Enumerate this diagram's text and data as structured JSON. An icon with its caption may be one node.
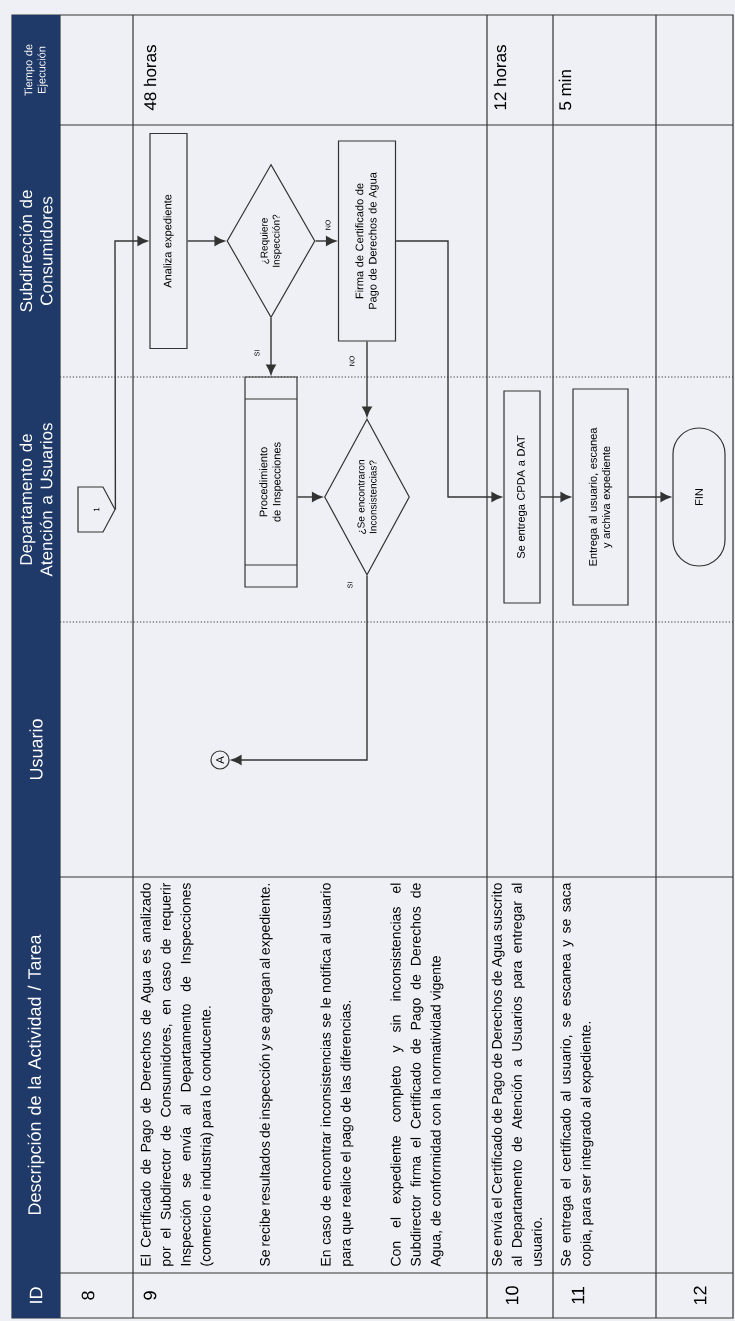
{
  "diagram": {
    "nodes": [
      {
        "text": [
          "ID"
        ]
      },
      {
        "text": [
          "Descripción de la Actividad / Tarea"
        ]
      },
      {
        "text": [
          "Usuario"
        ]
      },
      {
        "text": [
          "Departamento de Atención a Usuarios"
        ]
      },
      {
        "text": [
          "Subdirección de Consumidores"
        ]
      },
      {
        "text": [
          "Tiempo de Ejecución"
        ]
      },
      {
        "text": [
          "1"
        ]
      },
      {
        "text": [
          "Analiza expediente"
        ]
      },
      {
        "text": [
          "¿Requiere Inspección?"
        ]
      },
      {
        "text": [
          "Procedimiento de Inspecciones"
        ]
      },
      {
        "text": [
          "Firma de Certificado de Pago de Derechos de Agua"
        ]
      },
      {
        "text": [
          "¿Se encontraron Inconsistencias?"
        ]
      },
      {
        "text": [
          "A"
        ]
      },
      {
        "text": [
          "Se entrega CPDA a DAT"
        ]
      },
      {
        "text": [
          "Entrega al usuario, escanea y archiva expediente"
        ]
      },
      {
        "text": [
          "FIN"
        ]
      }
    ],
    "edges": [
      {
        "from": 6,
        "to": 7,
        "arrow": "to"
      },
      {
        "from": 7,
        "to": 8,
        "arrow": "to"
      },
      {
        "from": 8,
        "to": 10,
        "arrow": "to",
        "label": "NO"
      },
      {
        "from": 8,
        "to": 9,
        "arrow": "to",
        "label": "SI"
      },
      {
        "from": 9,
        "to": 11,
        "arrow": "to"
      },
      {
        "from": 10,
        "to": 11,
        "arrow": "to",
        "label": "NO"
      },
      {
        "from": 11,
        "to": 12,
        "arrow": "to",
        "label": "SI"
      },
      {
        "from": 10,
        "to": 13,
        "arrow": "to"
      },
      {
        "from": 13,
        "to": 14,
        "arrow": "to"
      },
      {
        "from": 14,
        "to": 15,
        "arrow": "to"
      }
    ],
    "labels": [
      "8",
      "9",
      "El Certificado de Pago de Derechos de Agua es analizado por el Subdirector de Consumidores, en caso de requerir Inspección se envía al Departamento de Inspecciones (comercio e industria) para lo conducente.",
      "Se recibe resultados de inspección y se agregan al expediente.",
      "En caso de encontrar inconsistencias se le notifica al usuario para que realice el pago de las diferencias.",
      "Con el expediente completo y sin inconsistencias el Subdirector firma el Certificado de Pago de Derechos de Agua, de conformidad con la normatividad vigente",
      "48 horas",
      "10",
      "Se envía el Certificado de Pago de Derechos de Agua suscrito al Departamento de Atención a Usuarios para entregar al usuario.",
      "12 horas",
      "11",
      "Se entrega el certificado al usuario, se escanea y se saca copia, para ser integrado al expediente.",
      "5 min",
      "12"
    ]
  }
}
